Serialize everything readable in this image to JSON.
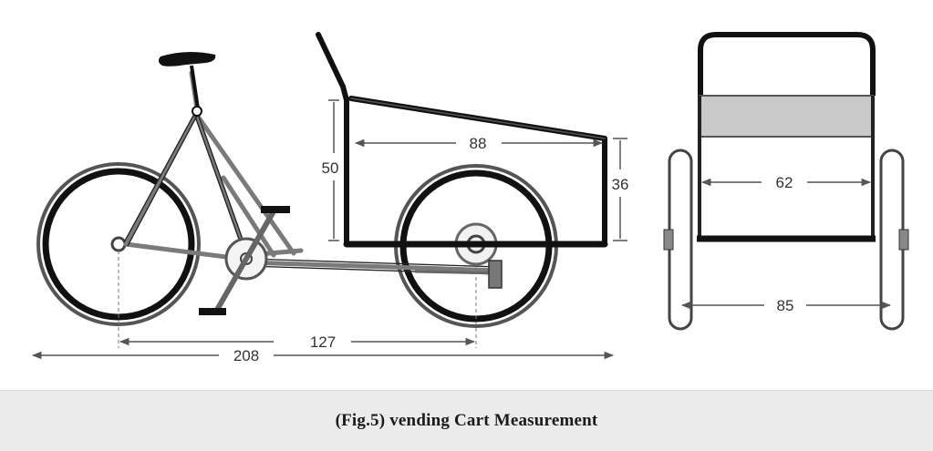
{
  "figure": {
    "caption": "(Fig.5) vending  Cart Measurement",
    "side_view": {
      "box_height": "50",
      "box_length": "88",
      "box_front_height": "36",
      "wheelbase": "127",
      "overall_length": "208"
    },
    "front_view": {
      "box_width": "62",
      "track_width": "85"
    }
  },
  "colors": {
    "line": "#1a1a1a",
    "frame": "#7a7a7a",
    "dimension": "#555555",
    "panel": "#c9c9c9",
    "caption_bar": "#ebebeb"
  }
}
